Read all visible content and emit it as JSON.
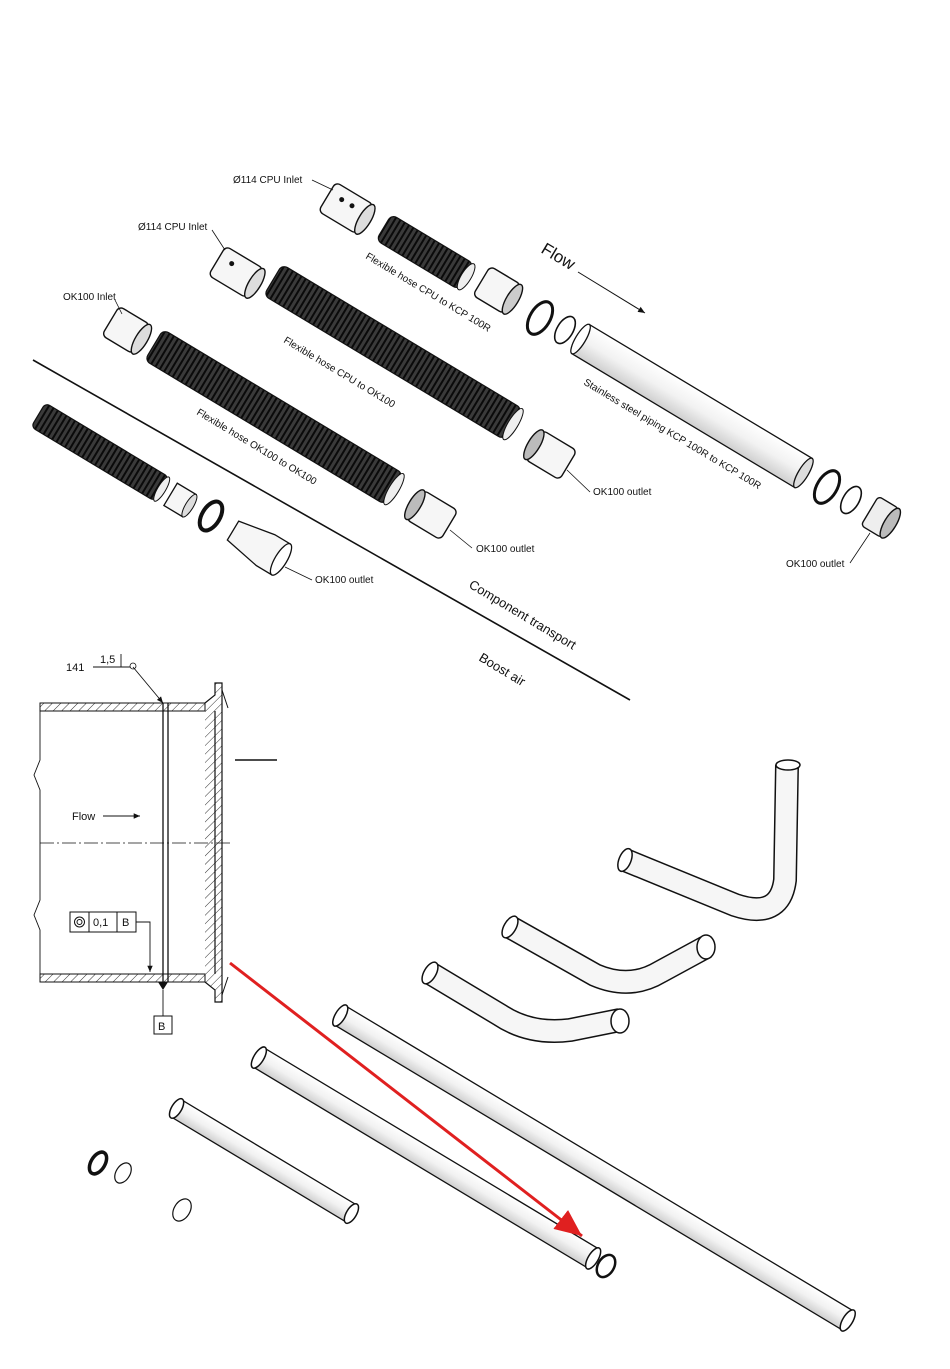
{
  "upper_drawing": {
    "flow_label": "Flow",
    "labels": {
      "cpu_inlet_top": "Ø114 CPU Inlet",
      "cpu_inlet_mid": "Ø114 CPU Inlet",
      "ok100_inlet": "OK100 Inlet",
      "hose_cpu_kcp": "Flexible hose CPU to KCP 100R",
      "hose_cpu_ok100": "Flexible hose CPU to OK100",
      "hose_ok100_ok100": "Flexible hose OK100 to OK100",
      "steel_piping": "Stainless steel piping KCP 100R to KCP 100R",
      "ok100_outlet_1": "OK100 outlet",
      "ok100_outlet_2": "OK100 outlet",
      "ok100_outlet_3": "OK100 outlet",
      "ok100_outlet_4": "OK100 outlet"
    },
    "divider_labels": {
      "component_transport": "Component transport",
      "boost_air": "Boost air"
    }
  },
  "section_view": {
    "weld_number": "141",
    "weld_size": "1,5",
    "flow_label": "Flow",
    "tolerance_value": "0,1",
    "datum_ref": "B",
    "datum_label": "B"
  },
  "colors": {
    "line": "#111111",
    "callout_arrow": "#e02020",
    "pipe_fill": "#f4f4f4",
    "hose_fill": "#2a2a2a"
  }
}
